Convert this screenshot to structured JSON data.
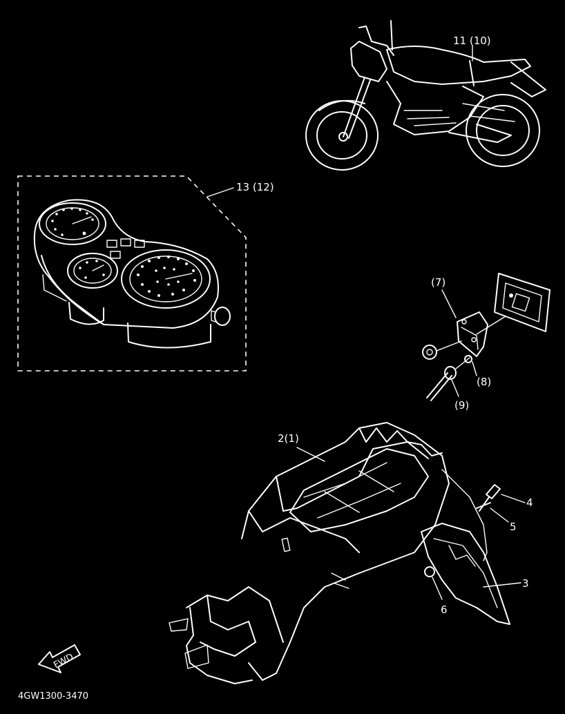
{
  "callouts": {
    "motorcycle": "11 (10)",
    "meter": "13 (12)",
    "bracket": "(7)",
    "rivet_washer": "(8)",
    "rivet": "(9)",
    "fender": "2(1)",
    "bolt": "4",
    "washer": "5",
    "flap": "3",
    "nut": "6"
  },
  "fwd_label": "FWD",
  "drawing_code": "4GW1300-3470"
}
